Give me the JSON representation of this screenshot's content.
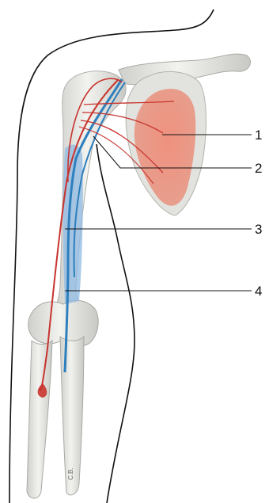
{
  "figure": {
    "callouts": [
      {
        "number": "1"
      },
      {
        "number": "2"
      },
      {
        "number": "3"
      },
      {
        "number": "4"
      }
    ],
    "artist_signature": "C.B."
  },
  "colors": {
    "bone": "#e9e9e6",
    "bone_shade": "#c9c9c5",
    "muscle": "#e8806d",
    "artery": "#c8342e",
    "vein": "#2d7fbd",
    "vein_fill": "#8fb9e3",
    "outline": "#111111"
  }
}
